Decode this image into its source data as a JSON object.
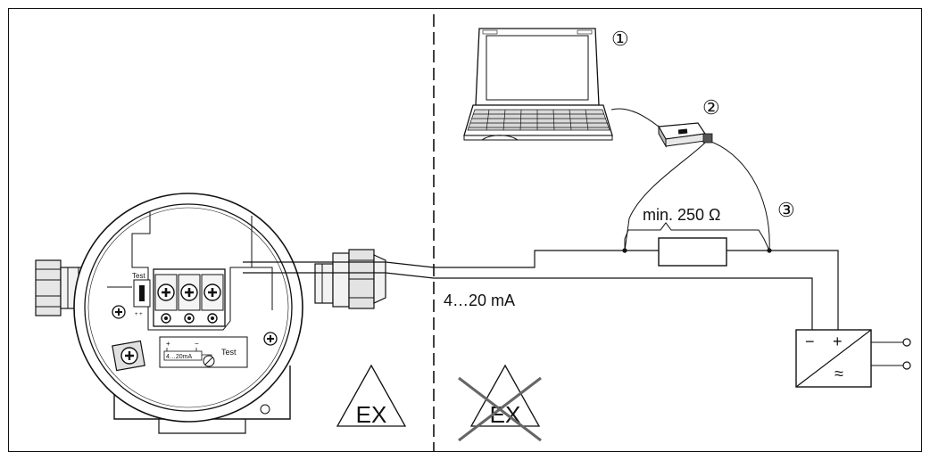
{
  "callouts": {
    "c1": "①",
    "c2": "②",
    "c3": "③"
  },
  "labels": {
    "resistor": "min. 250 Ω",
    "current": "4…20 mA"
  },
  "device": {
    "test_switch": "Test",
    "terminal_range": "4…20mA",
    "test_label": "Test"
  },
  "ex_zone": {
    "left": "EX",
    "right": "EX"
  },
  "power_supply": {
    "minus": "−",
    "plus": "+",
    "ac": "≈"
  },
  "colors": {
    "line": "#111111",
    "shade": "#cfcfcf",
    "cross": "#666666"
  }
}
